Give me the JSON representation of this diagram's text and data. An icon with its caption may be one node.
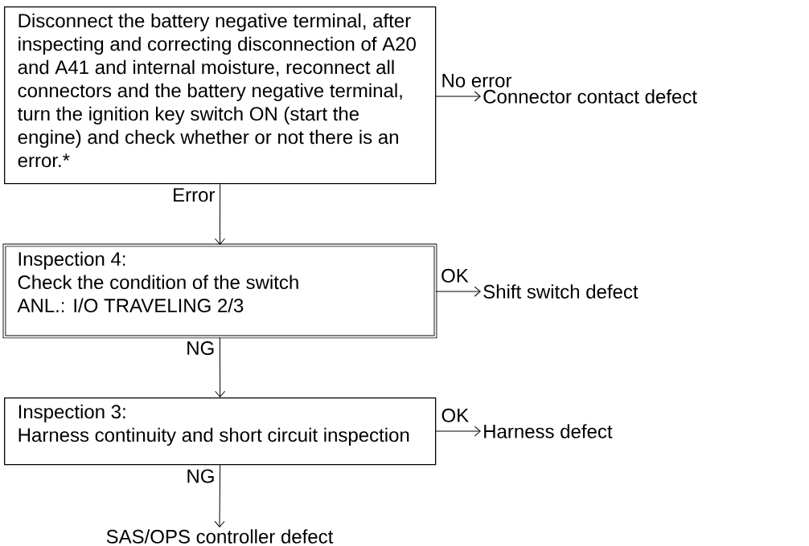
{
  "diagram": {
    "nodes": [
      {
        "text": [
          "Disconnect the battery negative terminal, after inspecting and correcting disconnection of A20 and A41 and internal moisture, reconnect all connectors and the battery negative terminal, turn the ignition key switch ON (start the engine) and check whether or not there is an error.*"
        ]
      },
      {
        "text": [
          "Connector contact defect"
        ]
      },
      {
        "text": [
          "Inspection 4:",
          "Check the condition of the switch",
          "ANL.: I/O TRAVELING 2/3"
        ]
      },
      {
        "text": [
          "Shift switch defect"
        ]
      },
      {
        "text": [
          "Inspection 3:",
          "Harness continuity and short circuit inspection"
        ]
      },
      {
        "text": [
          "Harness defect"
        ]
      },
      {
        "text": [
          "SAS/OPS controller defect"
        ]
      }
    ],
    "edges": [
      {
        "from": 0,
        "to": 1,
        "arrow": "to",
        "label": "No error"
      },
      {
        "from": 0,
        "to": 2,
        "arrow": "to",
        "label": "Error"
      },
      {
        "from": 2,
        "to": 3,
        "arrow": "to",
        "label": "OK"
      },
      {
        "from": 2,
        "to": 4,
        "arrow": "to",
        "label": "NG"
      },
      {
        "from": 4,
        "to": 5,
        "arrow": "to",
        "label": "OK"
      },
      {
        "from": 4,
        "to": 6,
        "arrow": "to",
        "label": "NG"
      }
    ]
  }
}
